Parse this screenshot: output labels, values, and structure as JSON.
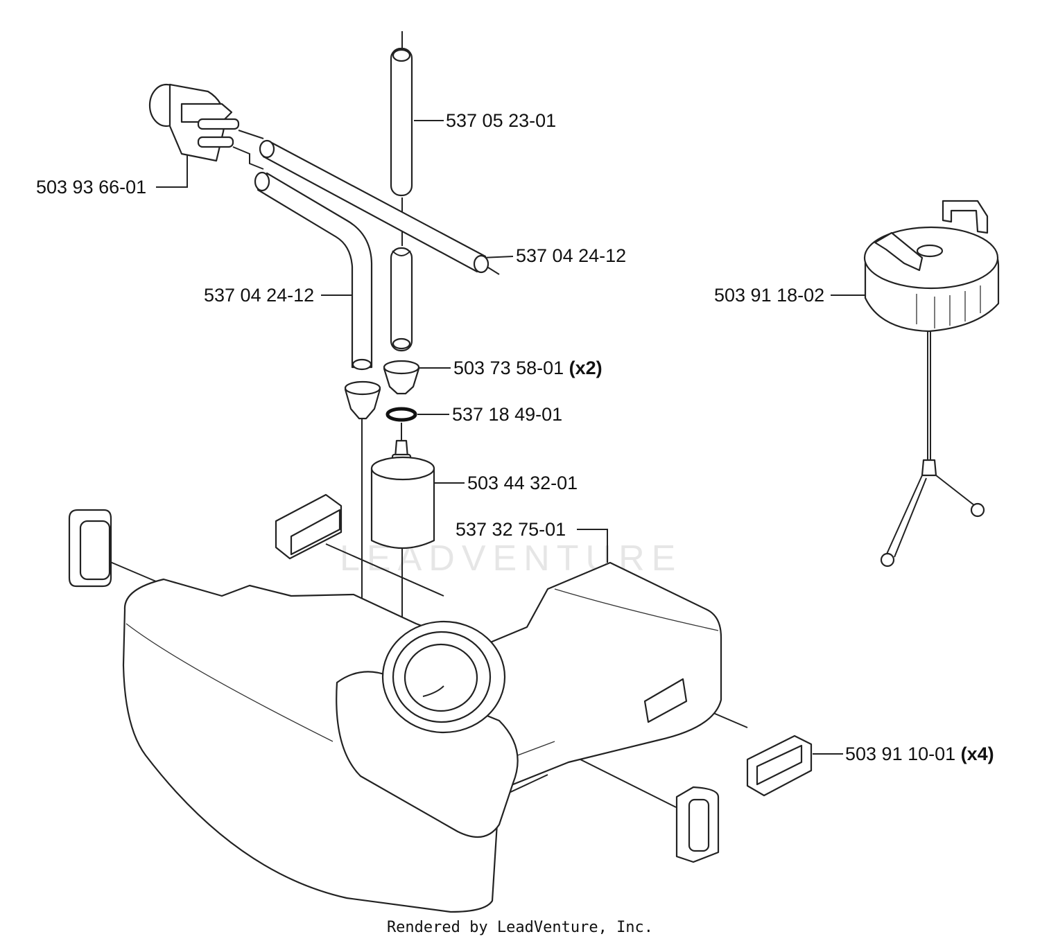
{
  "parts": {
    "tank_vent": "503 93 66-01",
    "return_hose": "537 05 23-01",
    "fuel_hose_upper": "537 04 24-12",
    "fuel_hose_lower": "537 04 24-12",
    "grommet": "503 73 58-01",
    "grommet_qty": "(x2)",
    "o_ring": "537 18 49-01",
    "fuel_filter": "503 44 32-01",
    "fuel_tank": "537 32 75-01",
    "fuel_cap": "503 91 18-02",
    "rubber_mount": "503 91 10-01",
    "rubber_mount_qty": "(x4)"
  },
  "watermark": "LEADVENTURE",
  "footer": "Rendered by LeadVenture, Inc.",
  "colors": {
    "line": "#222222",
    "text": "#111111",
    "watermark": "#e6e6e6"
  }
}
